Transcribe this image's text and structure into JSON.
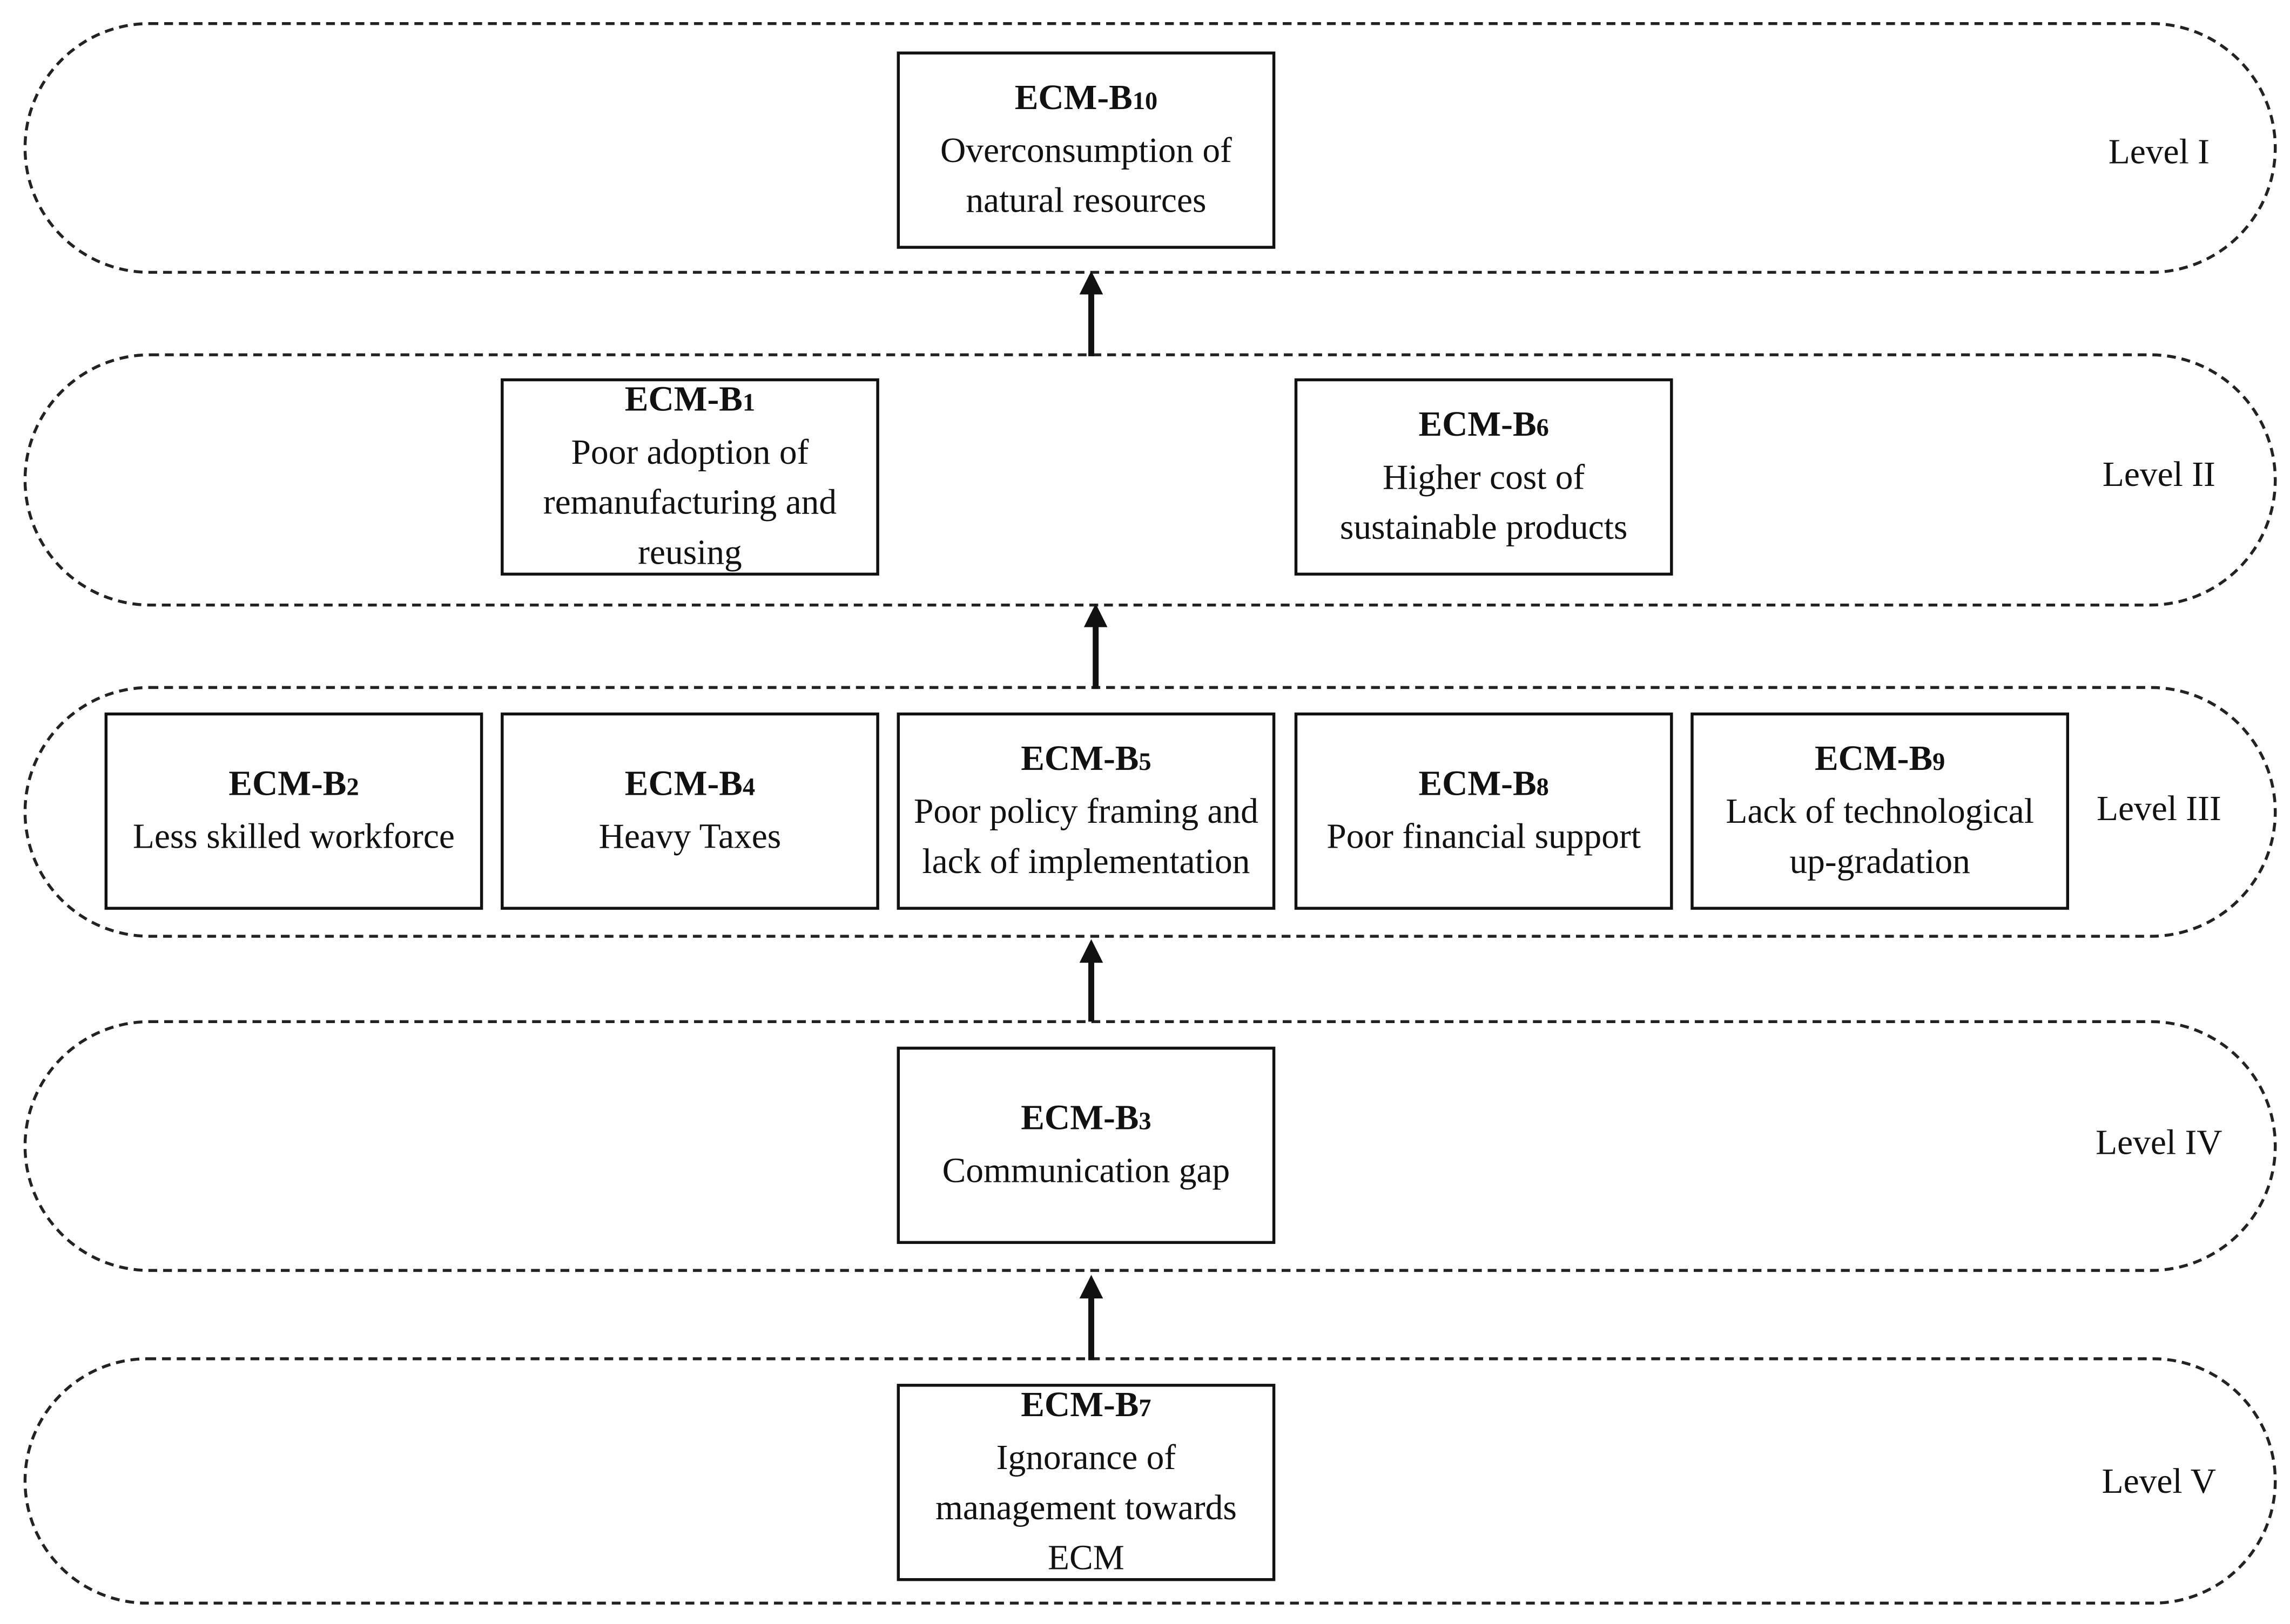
{
  "levels": [
    {
      "id": "level-1",
      "label": "Level I"
    },
    {
      "id": "level-2",
      "label": "Level II"
    },
    {
      "id": "level-3",
      "label": "Level III"
    },
    {
      "id": "level-4",
      "label": "Level IV"
    },
    {
      "id": "level-5",
      "label": "Level V"
    }
  ],
  "nodes": {
    "b10": {
      "code": "ECM-B",
      "sub": "10",
      "desc": "Overconsumption of natural resources"
    },
    "b1": {
      "code": "ECM-B",
      "sub": "1",
      "desc": "Poor adoption of remanufacturing and reusing"
    },
    "b6": {
      "code": "ECM-B",
      "sub": "6",
      "desc": "Higher cost of sustainable products"
    },
    "b2": {
      "code": "ECM-B",
      "sub": "2",
      "desc": "Less skilled workforce"
    },
    "b4": {
      "code": "ECM-B",
      "sub": "4",
      "desc": "Heavy Taxes"
    },
    "b5": {
      "code": "ECM-B",
      "sub": "5",
      "desc": "Poor policy framing and lack of implementation"
    },
    "b8": {
      "code": "ECM-B",
      "sub": "8",
      "desc": "Poor financial support"
    },
    "b9": {
      "code": "ECM-B",
      "sub": "9",
      "desc": "Lack of technological up-gradation"
    },
    "b3": {
      "code": "ECM-B",
      "sub": "3",
      "desc": "Communication gap"
    },
    "b7": {
      "code": "ECM-B",
      "sub": "7",
      "desc": "Ignorance of management towards ECM"
    }
  },
  "colors": {
    "line": "#111111",
    "background": "#ffffff"
  }
}
